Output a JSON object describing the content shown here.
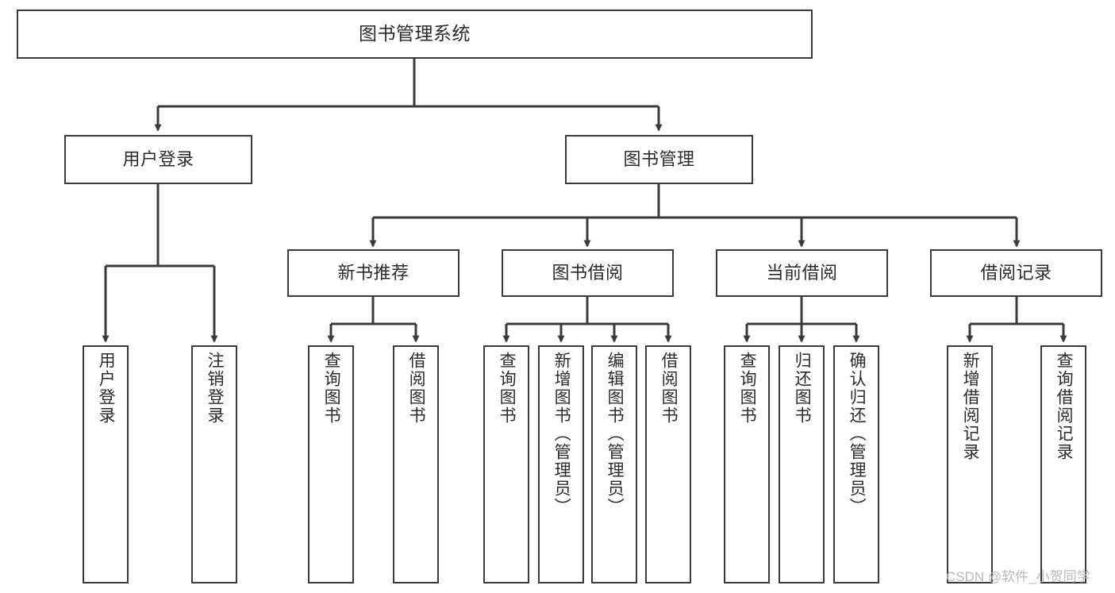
{
  "diagram": {
    "type": "tree",
    "title": "图书管理系统",
    "orientation": "top-down",
    "colors": {
      "background": "#ffffff",
      "node_border": "#3a3a3a",
      "node_fill": "#ffffff",
      "connector": "#3a3a3a",
      "text": "#2b2b2b",
      "watermark": "#b9b9b9"
    },
    "root": {
      "label": "图书管理系统"
    },
    "level2": [
      {
        "label": "用户登录"
      },
      {
        "label": "图书管理"
      }
    ],
    "level3": [
      {
        "label": "新书推荐"
      },
      {
        "label": "图书借阅"
      },
      {
        "label": "当前借阅"
      },
      {
        "label": "借阅记录"
      }
    ],
    "leaves": {
      "user_login": [
        {
          "label": "用户登录"
        },
        {
          "label": "注销登录"
        }
      ],
      "new_book_recommend": [
        {
          "label": "查询图书"
        },
        {
          "label": "借阅图书"
        }
      ],
      "book_borrow": [
        {
          "label": "查询图书"
        },
        {
          "label": "新增图书（管理员）"
        },
        {
          "label": "编辑图书（管理员）"
        },
        {
          "label": "借阅图书"
        }
      ],
      "current_borrow": [
        {
          "label": "查询图书"
        },
        {
          "label": "归还图书"
        },
        {
          "label": "确认归还（管理员）"
        }
      ],
      "borrow_record": [
        {
          "label": "新增借阅记录"
        },
        {
          "label": "查询借阅记录"
        }
      ]
    }
  },
  "watermark": {
    "text": "CSDN @软件_小贺同学"
  }
}
